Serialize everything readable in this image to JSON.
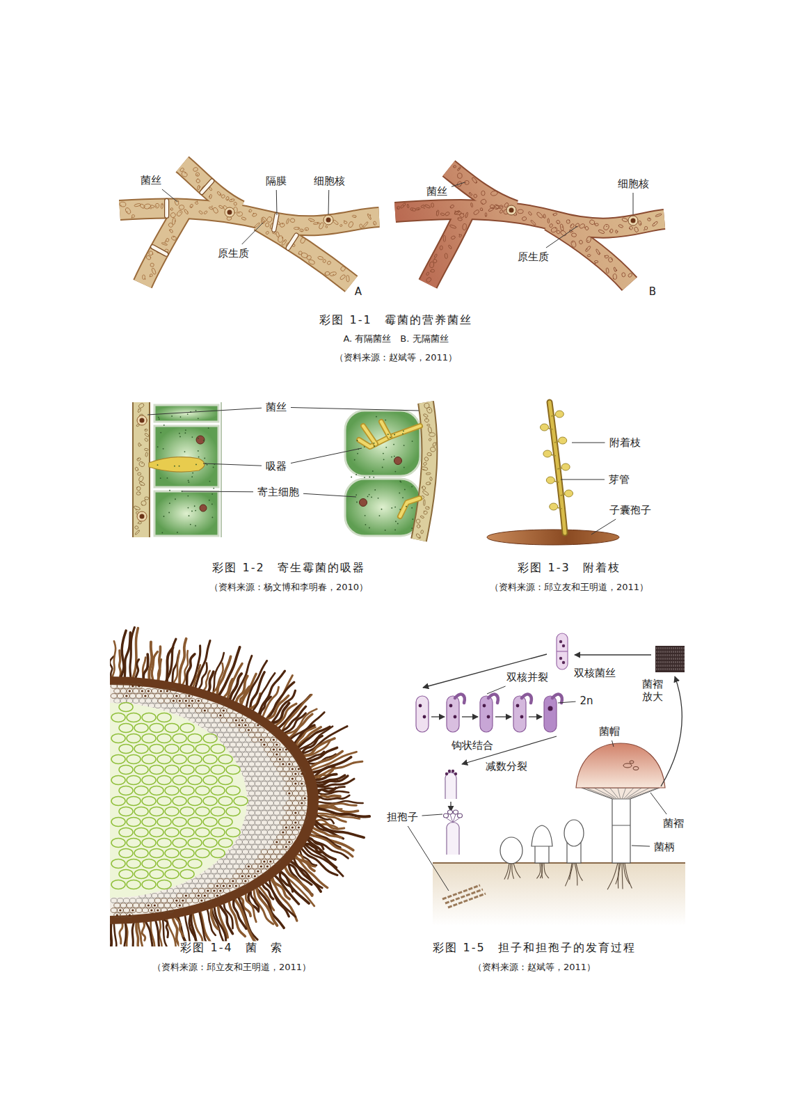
{
  "diagram": {
    "labels": [
      "菌丝",
      "隔膜",
      "细胞核",
      "原生质",
      "菌丝",
      "细胞核",
      "原生质",
      "A",
      "B",
      "彩图 1-1　霉菌的营养菌丝",
      "A. 有隔菌丝　B. 无隔菌丝",
      "（资料来源：赵斌等，2011）",
      "菌丝",
      "吸器",
      "寄主细胞",
      "彩图 1-2　寄生霉菌的吸器",
      "（资料来源：杨文博和李明春，2010）",
      "附着枝",
      "芽管",
      "子囊孢子",
      "彩图 1-3　附着枝",
      "（资料来源：邱立友和王明道，2011）",
      "彩图 1-4　菌　索",
      "（资料来源：邱立友和王明道，2011）",
      "双核菌丝",
      "菌褶 放大",
      "双核并裂",
      "2n",
      "钩状结合",
      "减数分裂",
      "菌帽",
      "担孢子",
      "菌褶",
      "菌柄",
      "彩图 1-5　担子和担孢子的发育过程",
      "（资料来源：赵斌等，2011）"
    ]
  }
}
